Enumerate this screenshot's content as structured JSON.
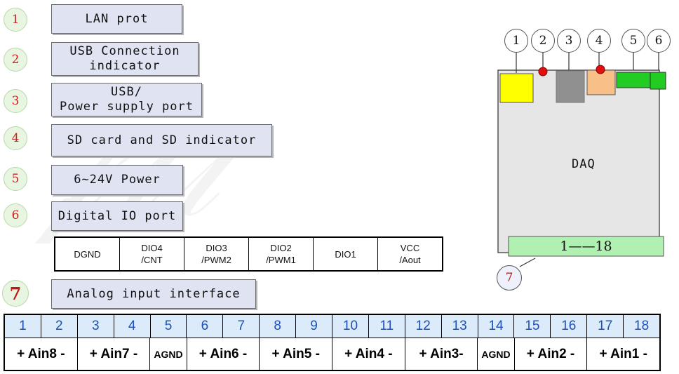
{
  "legend": [
    {
      "num": "1",
      "label": "LAN prot"
    },
    {
      "num": "2",
      "label": "USB Connection\nindicator"
    },
    {
      "num": "3",
      "label": "USB/\nPower supply port"
    },
    {
      "num": "4",
      "label": "SD card and SD indicator"
    },
    {
      "num": "5",
      "label": "6~24V Power"
    },
    {
      "num": "6",
      "label": "Digital IO port"
    },
    {
      "num": "7",
      "label": "Analog input interface"
    }
  ],
  "dio_table": [
    {
      "line1": "DGND",
      "line2": ""
    },
    {
      "line1": "DIO4",
      "line2": "/CNT"
    },
    {
      "line1": "DIO3",
      "line2": "/PWM2"
    },
    {
      "line1": "DIO2",
      "line2": "/PWM1"
    },
    {
      "line1": "DIO1",
      "line2": ""
    },
    {
      "line1": "VCC",
      "line2": "/Aout"
    }
  ],
  "device": {
    "label": "DAQ",
    "connector_label": "1——18",
    "callouts": [
      "1",
      "2",
      "3",
      "4",
      "5",
      "6"
    ],
    "bottom_callout": "7",
    "colors": {
      "lan": "#ffff00",
      "usb": "#909090",
      "sd": "#f8c088",
      "power": "#22cc22",
      "dio": "#22cc22",
      "indicator": "#e01010",
      "connector": "#b0f0b0"
    }
  },
  "pins": {
    "numbers": [
      "1",
      "2",
      "3",
      "4",
      "5",
      "6",
      "7",
      "8",
      "9",
      "10",
      "11",
      "12",
      "13",
      "14",
      "15",
      "16",
      "17",
      "18"
    ],
    "functions": [
      {
        "label": "+ Ain8 -",
        "span": 2
      },
      {
        "label": "+ Ain7 -",
        "span": 2
      },
      {
        "label": "AGND",
        "span": 1,
        "small": true
      },
      {
        "label": "+ Ain6 -",
        "span": 2
      },
      {
        "label": "+ Ain5 -",
        "span": 2
      },
      {
        "label": "+ Ain4 -",
        "span": 2
      },
      {
        "label": "+ Ain3-",
        "span": 2
      },
      {
        "label": "AGND",
        "span": 1,
        "small": true
      },
      {
        "label": "+ Ain2 -",
        "span": 2
      },
      {
        "label": "+ Ain1 -",
        "span": 2
      }
    ]
  }
}
